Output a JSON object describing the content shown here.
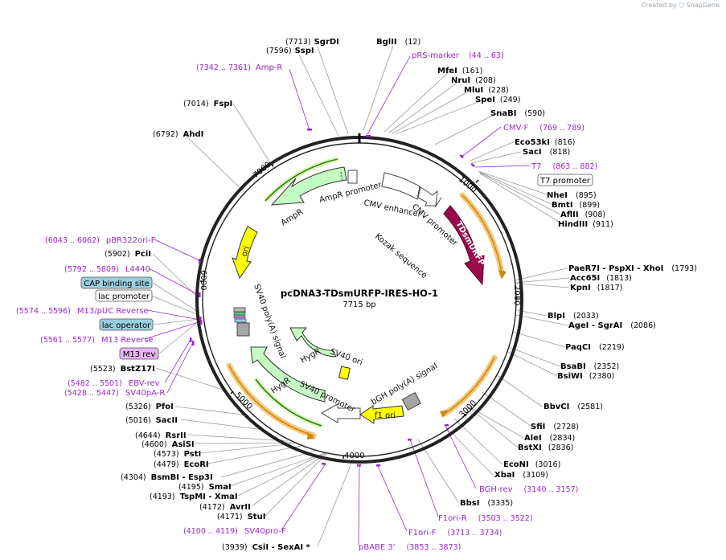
{
  "watermark": {
    "created_by": "Created by",
    "brand": "SnapGene"
  },
  "plasmid": {
    "name": "pcDNA3-TDsmURFP-IRES-HO-1",
    "length": "7715 bp"
  },
  "ruler": [
    "1000",
    "2000",
    "3000",
    "4000",
    "5000",
    "6000",
    "7000"
  ],
  "enzymes": [
    {
      "name": "SgrDI",
      "pos": "(7713)"
    },
    {
      "name": "BglII",
      "pos": "(12)"
    },
    {
      "name": "SspI",
      "pos": "(7596)"
    },
    {
      "name": "MfeI",
      "pos": "(161)"
    },
    {
      "name": "NruI",
      "pos": "(208)"
    },
    {
      "name": "MluI",
      "pos": "(228)"
    },
    {
      "name": "SpeI",
      "pos": "(249)"
    },
    {
      "name": "SnaBI",
      "pos": "(590)"
    },
    {
      "name": "Eco53kI",
      "pos": "(816)"
    },
    {
      "name": "SacI",
      "pos": "(818)"
    },
    {
      "name": "NheI",
      "pos": "(895)"
    },
    {
      "name": "BmtI",
      "pos": "(899)"
    },
    {
      "name": "AflII",
      "pos": "(908)"
    },
    {
      "name": "HindIII",
      "pos": "(911)"
    },
    {
      "name": "PaeR7I - PspXI - XhoI",
      "pos": "(1793)"
    },
    {
      "name": "Acc65I",
      "pos": "(1813)"
    },
    {
      "name": "KpnI",
      "pos": "(1817)"
    },
    {
      "name": "BlpI",
      "pos": "(2033)"
    },
    {
      "name": "AgeI - SgrAI",
      "pos": "(2086)"
    },
    {
      "name": "PaqCI",
      "pos": "(2219)"
    },
    {
      "name": "BsaBI",
      "pos": "(2352)"
    },
    {
      "name": "BsiWI",
      "pos": "(2380)"
    },
    {
      "name": "BbvCI",
      "pos": "(2581)"
    },
    {
      "name": "SfiI",
      "pos": "(2728)"
    },
    {
      "name": "AleI",
      "pos": "(2834)"
    },
    {
      "name": "BstXI",
      "pos": "(2836)"
    },
    {
      "name": "EcoNI",
      "pos": "(3016)"
    },
    {
      "name": "XbaI",
      "pos": "(3109)"
    },
    {
      "name": "BbsI",
      "pos": "(3335)"
    },
    {
      "name": "CsiI - SexAI *",
      "pos": "(3939)"
    },
    {
      "name": "StuI",
      "pos": "(4171)"
    },
    {
      "name": "AvrII",
      "pos": "(4172)"
    },
    {
      "name": "TspMI - XmaI",
      "pos": "(4193)"
    },
    {
      "name": "SmaI",
      "pos": "(4195)"
    },
    {
      "name": "BsmBI - Esp3I",
      "pos": "(4304)"
    },
    {
      "name": "EcoRI",
      "pos": "(4479)"
    },
    {
      "name": "PstI",
      "pos": "(4573)"
    },
    {
      "name": "AsiSI",
      "pos": "(4600)"
    },
    {
      "name": "RsrII",
      "pos": "(4644)"
    },
    {
      "name": "SacII",
      "pos": "(5016)"
    },
    {
      "name": "PfoI",
      "pos": "(5326)"
    },
    {
      "name": "BstZ17I",
      "pos": "(5523)"
    },
    {
      "name": "PciI",
      "pos": "(5902)"
    },
    {
      "name": "AhdI",
      "pos": "(6792)"
    },
    {
      "name": "FspI",
      "pos": "(7014)"
    }
  ],
  "primers": [
    {
      "name": "Amp-R",
      "pos": "(7342 .. 7361)"
    },
    {
      "name": "pRS-marker",
      "pos": "(44 .. 63)"
    },
    {
      "name": "CMV-F",
      "pos": "(769 .. 789)"
    },
    {
      "name": "T7",
      "pos": "(863 .. 882)"
    },
    {
      "name": "pBR322ori-F",
      "pos": "(6043 .. 6062)"
    },
    {
      "name": "L4440",
      "pos": "(5792 .. 5809)"
    },
    {
      "name": "M13/pUC Reverse",
      "pos": "(5574 .. 5596)"
    },
    {
      "name": "M13 Reverse",
      "pos": "(5561 .. 5577)"
    },
    {
      "name": "EBV-rev",
      "pos": "(5482 .. 5501)"
    },
    {
      "name": "SV40pA-R",
      "pos": "(5428 .. 5447)"
    },
    {
      "name": "BGH-rev",
      "pos": "(3140 .. 3157)"
    },
    {
      "name": "F1ori-R",
      "pos": "(3503 .. 3522)"
    },
    {
      "name": "F1ori-F",
      "pos": "(3713 .. 3734)"
    },
    {
      "name": "pBABE 3'",
      "pos": "(3853 .. 3873)"
    },
    {
      "name": "SV40pro-F",
      "pos": "(4100 .. 4119)"
    }
  ],
  "boxed_features": [
    "T7 promoter",
    "CAP binding site",
    "lac promoter",
    "lac operator",
    "M13 rev"
  ],
  "features": [
    "AmpR promoter",
    "AmpR",
    "ori",
    "CMV enhancer",
    "CMV promoter",
    "TDsmURFP",
    "Kozak sequence",
    "SV40 poly(A) signal",
    "HygR",
    "SV40 ori",
    "HygR",
    "SV40 promoter",
    "bGH poly(A) signal",
    "f1 ori"
  ],
  "colors": {
    "backbone": "#222222",
    "primer": "#9a28c8",
    "enzyme_line": "#9a9a9a",
    "tdsmurfp": "#9b0b4b",
    "ampr": "#c3fbc3",
    "ori": "#ffff00",
    "orf_highlight": "#f5c87a",
    "orf_line": "#c98a17",
    "cap_box": "#9ccfde",
    "lac_operator_box": "#9ccfde",
    "m13rev_box": "#e7b5f3"
  }
}
